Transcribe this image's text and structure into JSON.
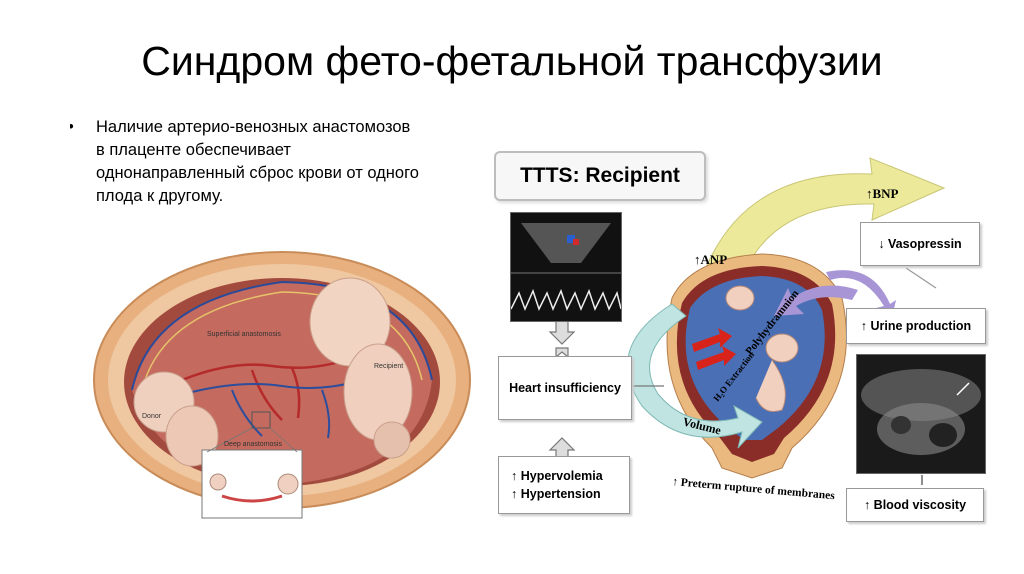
{
  "slide": {
    "title": "Синдром фето-фетальной трансфузии",
    "bullet_marker": "•",
    "bullet_text": "Наличие артерио-венозных анастомозов\nв плаценте обеспечивает\nоднонаправленный сброс крови от одного\nплода к другому."
  },
  "placenta_figure": {
    "labels": {
      "superficial": "Superficial anastomosis",
      "recipient": "Recipient",
      "donor": "Donor",
      "deep": "Deep anastomosis"
    }
  },
  "diagram": {
    "title": "TTTS: Recipient",
    "heart_insufficiency": "Heart insufficiency",
    "hypervolemia": "↑ Hypervolemia",
    "hypertension": "↑ Hypertension",
    "anp": "↑ANP",
    "bnp": "↑BNP",
    "vasopressin": "↓ Vasopressin",
    "urine_production": "↑ Urine production",
    "blood_viscosity": "↑ Blood viscosity",
    "polyhydramnion": "Polyhydramnion",
    "h2o_extraction": "H₂O Extraction",
    "volume": "Volume",
    "preterm_rupture": "↑ Preterm rupture of membranes"
  },
  "colors": {
    "uterus_outer": "#e9b97f",
    "uterus_inner": "#8a2c28",
    "amniotic": "#4a6fb5",
    "arrow_yellow": "#ecea9a",
    "arrow_teal": "#bfe4e2",
    "arrow_purple": "#a895d6",
    "red_arrows": "#d8231b"
  }
}
